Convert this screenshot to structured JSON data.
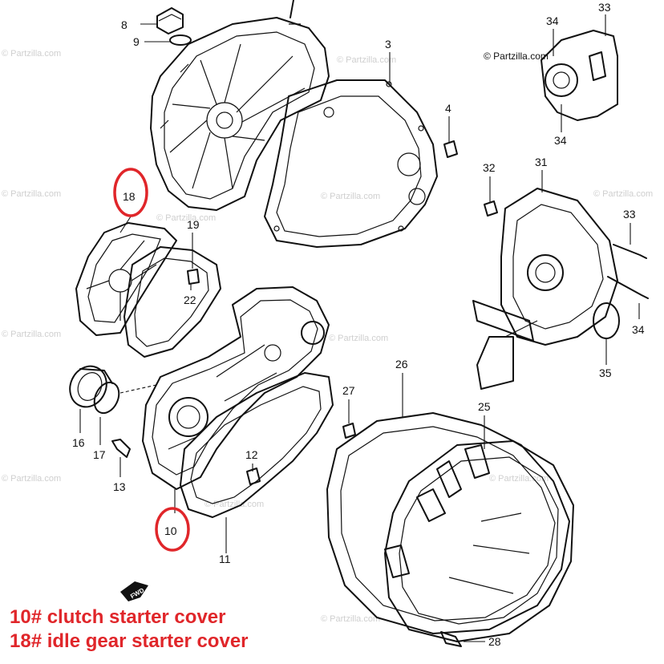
{
  "watermark": "© Partzilla.com",
  "fwd_label": "FWD",
  "callouts": {
    "c3": "3",
    "c4": "4",
    "c8": "8",
    "c9": "9",
    "c10": "10",
    "c11": "11",
    "c12": "12",
    "c13": "13",
    "c16": "16",
    "c17": "17",
    "c18": "18",
    "c19": "19",
    "c22": "22",
    "c25": "25",
    "c26": "26",
    "c27": "27",
    "c28": "28",
    "c31": "31",
    "c32": "32",
    "c33a": "33",
    "c33b": "33",
    "c34a": "34",
    "c34b": "34",
    "c34c": "34",
    "c35": "35"
  },
  "highlight_color": "#e0262a",
  "legend": [
    "10# clutch starter cover",
    "18# idle gear starter cover"
  ]
}
